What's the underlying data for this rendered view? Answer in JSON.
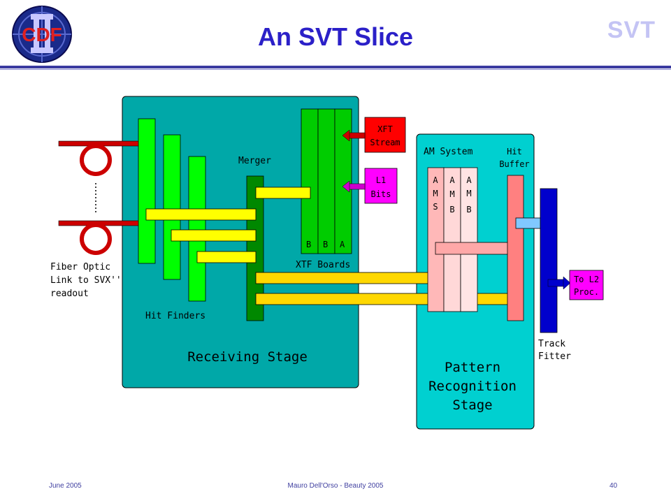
{
  "slide": {
    "title": "An SVT Slice",
    "logo_text": "CDF",
    "corner_mark": "SVT",
    "footer": {
      "date": "June 2005",
      "center": "Mauro Dell'Orso - Beauty 2005",
      "page": "40"
    }
  },
  "diagram": {
    "fiber_label": [
      "Fiber Optic",
      "Link to SVX''",
      "readout"
    ],
    "hit_finders_label": "Hit Finders",
    "merger_label": "Merger",
    "xtf_boards_label": "XTF Boards",
    "xtf_board_letters": [
      "B",
      "B",
      "A"
    ],
    "xft_stream_label": [
      "XFT",
      "Stream"
    ],
    "l1_bits_label": [
      "L1",
      "Bits"
    ],
    "receiving_stage_label": "Receiving Stage",
    "am_system_label": "AM System",
    "am_columns": [
      [
        "A",
        "M",
        "S"
      ],
      [
        "A",
        "M",
        "B"
      ],
      [
        "A",
        "M",
        "B"
      ]
    ],
    "hit_buffer_label": [
      "Hit",
      "Buffer"
    ],
    "pattern_recognition_label": [
      "Pattern",
      "Recognition",
      "Stage"
    ],
    "track_fitter_label": [
      "Track",
      "Fitter"
    ],
    "to_l2_label": [
      "To L2",
      "Proc."
    ],
    "colors": {
      "stage_fill": "#00a8a8",
      "pattern_fill": "#00d0d0",
      "hit_finder": "#00ff00",
      "merger": "#008800",
      "xtf_board": "#00cc00",
      "bus": "#ffff00",
      "xft_box": "#ff0000",
      "l1_box": "#ff00ff",
      "am_column": "#ffd8d8",
      "hit_buffer": "#ff8080",
      "track_fitter": "#0000cc",
      "to_l2_box": "#ff00ff",
      "fiber": "#cc0000"
    }
  }
}
